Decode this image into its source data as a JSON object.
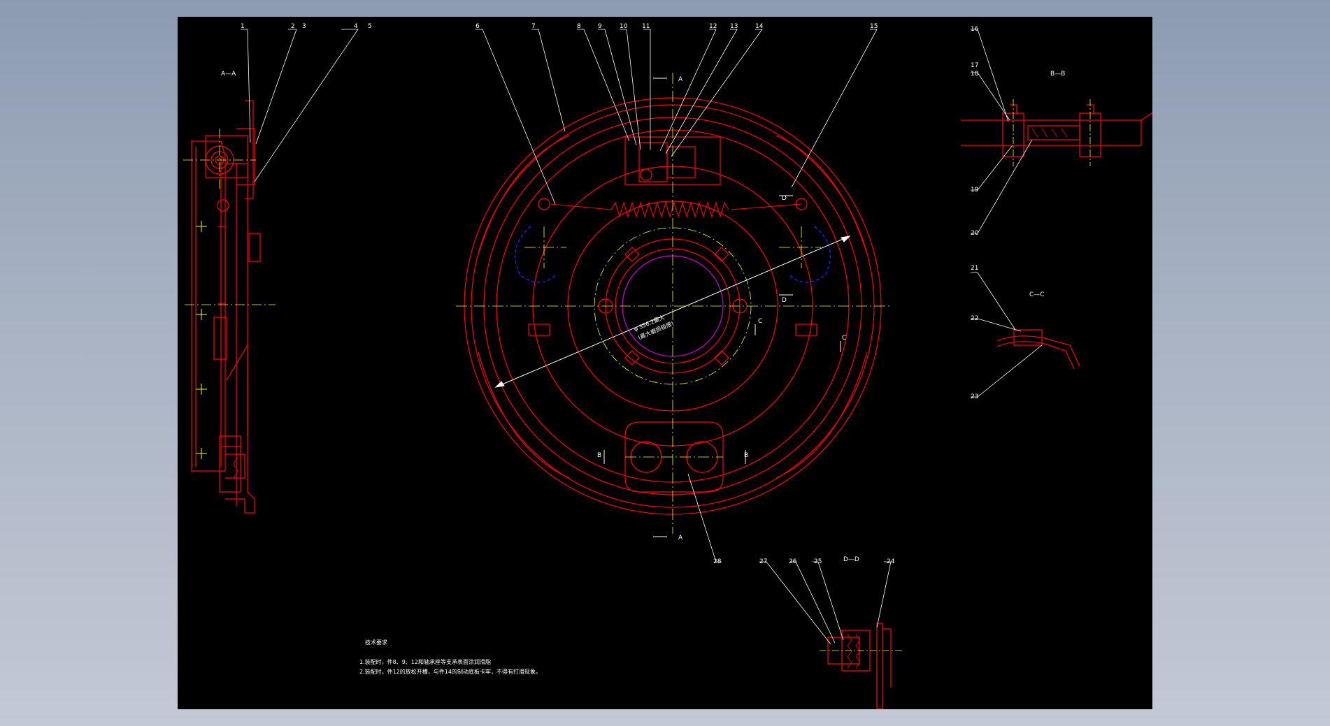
{
  "drawing": {
    "background": "#000000",
    "line_color": "#ff0000",
    "leader_color": "#ffffff",
    "centerline_color": "#ffff00",
    "blue_color": "#1a2aff",
    "magenta_color": "#cc00cc"
  },
  "views": {
    "aa_left": "A—A",
    "bb": "B—B",
    "cc": "C—C",
    "dd": "D—D",
    "cut_a": "A",
    "cut_b": "B",
    "cut_c": "C",
    "cut_d": "D"
  },
  "callouts": {
    "n1": "1",
    "n2": "2",
    "n3": "3",
    "n4": "4",
    "n5": "5",
    "n6": "6",
    "n7": "7",
    "n8": "8",
    "n9": "9",
    "n10": "10",
    "n11": "11",
    "n12": "12",
    "n13": "13",
    "n14": "14",
    "n15": "15",
    "n16": "16",
    "n17": "17",
    "n18": "18",
    "n19": "19",
    "n20": "20",
    "n21": "21",
    "n22": "22",
    "n23": "23",
    "n24": "24",
    "n25": "25",
    "n26": "26",
    "n27": "27",
    "n28": "28"
  },
  "dimension": {
    "line1": "φ 356.2最大",
    "line2": "(最大磨损极限)"
  },
  "notes": {
    "title": "技术要求",
    "item1": "1.装配时，件8、9、12和轴承座等支承表面涂润滑脂",
    "item2": "2.装配时，件12的放松开槽，与件14的制动底板卡牢，不得有打滑现象。"
  }
}
